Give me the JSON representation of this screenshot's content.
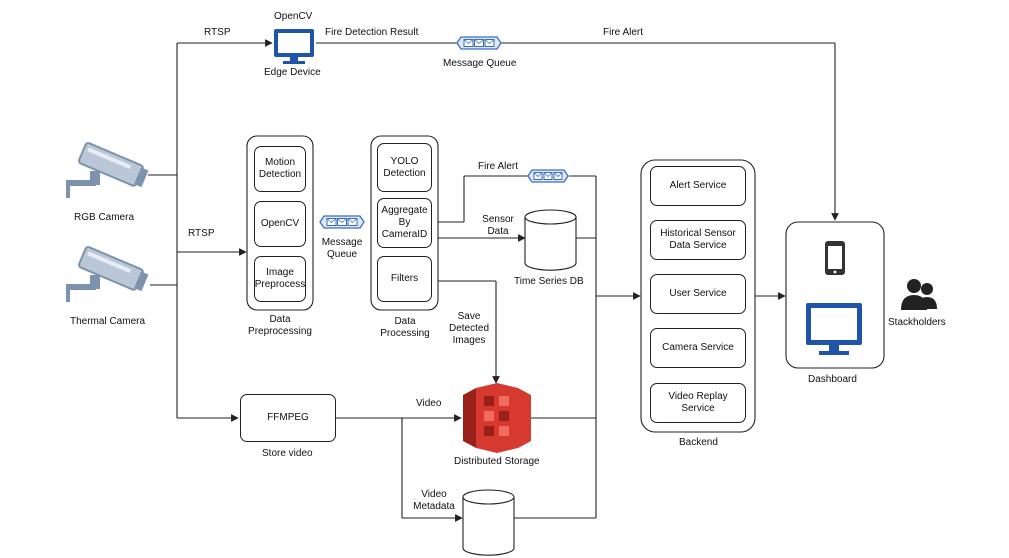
{
  "sources": {
    "rgb_camera": "RGB Camera",
    "thermal_camera": "Thermal Camera"
  },
  "edge": {
    "top_label": "OpenCV",
    "device_label": "Edge Device",
    "rtsp_label": "RTSP",
    "fire_detection_result": "Fire Detection Result",
    "message_queue": "Message Queue",
    "fire_alert": "Fire Alert"
  },
  "preprocessing": {
    "rtsp_label": "RTSP",
    "items": [
      "Motion\nDetection",
      "OpenCV",
      "Image\nPreprocess"
    ],
    "caption": "Data\nPreprocessing",
    "queue_label": "Message\nQueue"
  },
  "processing": {
    "items": [
      "YOLO\nDetection",
      "Aggregate\nBy\nCameraID",
      "Filters"
    ],
    "caption": "Data\nProcessing",
    "fire_alert": "Fire Alert",
    "sensor_data": "Sensor\nData",
    "save_images": "Save\nDetected\nImages"
  },
  "storage": {
    "timeseries_db": "Time Series DB",
    "ffmpeg": "FFMPEG",
    "store_video": "Store video",
    "video_label": "Video",
    "distributed_storage": "Distributed Storage",
    "video_metadata": "Video\nMetadata"
  },
  "backend": {
    "services": [
      "Alert Service",
      "Historical Sensor\nData Service",
      "User Service",
      "Camera Service",
      "Video Replay Service"
    ],
    "caption": "Backend"
  },
  "frontend": {
    "dashboard": "Dashboard",
    "stakeholders": "Stackholders"
  },
  "colors": {
    "line": "#222222",
    "monitor_blue": "#1f55a8",
    "s3_red": "#d5392f",
    "s3_dark": "#9a2119",
    "camera_blue": "#7d93ad",
    "camera_light": "#b9c7d7",
    "queue_blue": "#3a6cc6"
  }
}
